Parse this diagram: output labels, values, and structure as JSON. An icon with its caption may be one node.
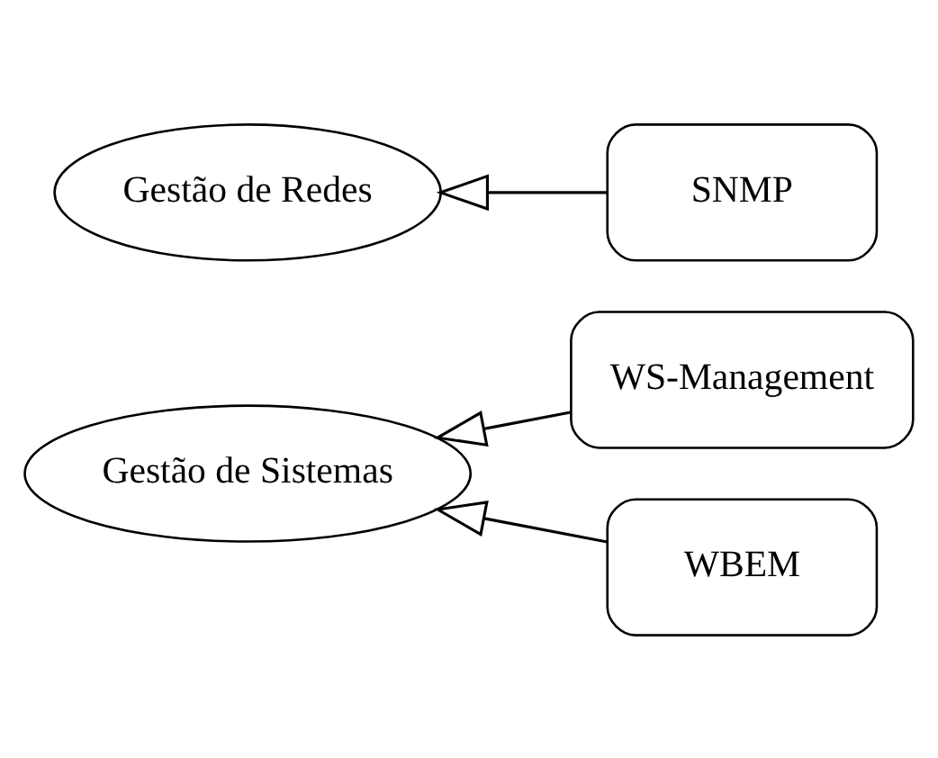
{
  "diagram": {
    "nodes": [
      {
        "text": [
          "Gestão de Sistemas"
        ]
      },
      {
        "text": [
          "WS-Management"
        ]
      },
      {
        "text": [
          "WBEM"
        ]
      },
      {
        "text": [
          "Gestão de Redes"
        ]
      },
      {
        "text": [
          "SNMP"
        ]
      }
    ],
    "edges": [
      {
        "from": 1,
        "to": 0,
        "arrow": "to"
      },
      {
        "from": 2,
        "to": 0,
        "arrow": "to"
      },
      {
        "from": 4,
        "to": 3,
        "arrow": "to"
      }
    ]
  }
}
